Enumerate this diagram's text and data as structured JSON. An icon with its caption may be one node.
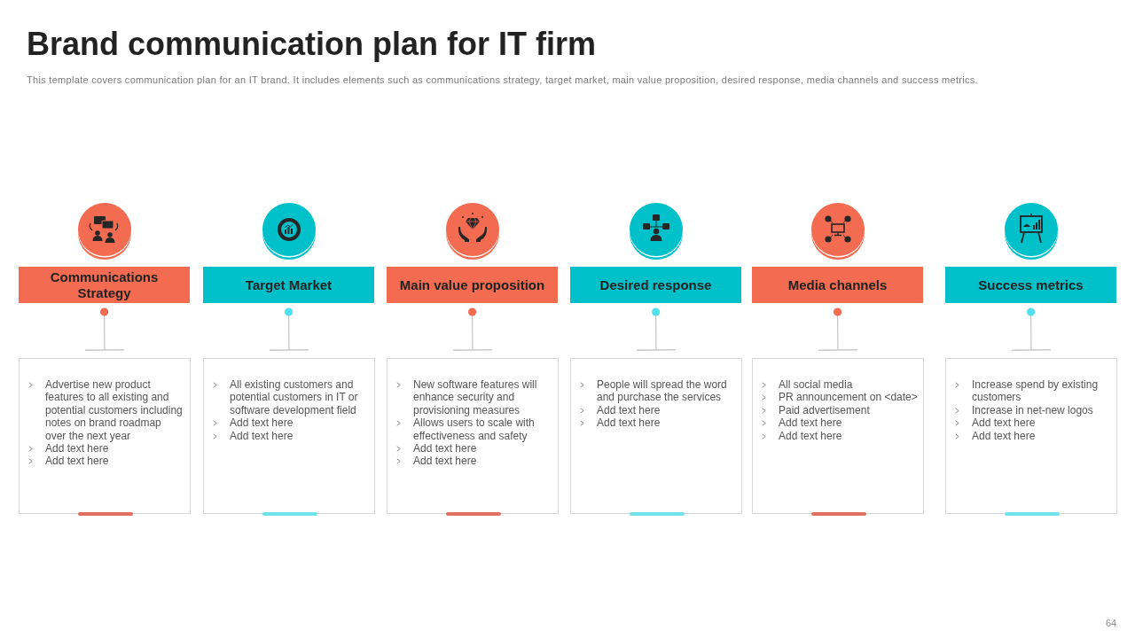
{
  "diagram": {
    "title": "Brand communication plan for IT firm",
    "nodes": [
      {
        "text": [
          "Communications Strategy"
        ]
      },
      {
        "text": [
          "Target Market"
        ]
      },
      {
        "text": [
          "Main value proposition"
        ]
      },
      {
        "text": [
          "Desired response"
        ]
      },
      {
        "text": [
          "Media channels"
        ]
      },
      {
        "text": [
          "Success metrics"
        ]
      },
      {
        "text": [
          "Advertise new product features to all existing and potential customers including notes on brand roadmap over the next year",
          "Add text here",
          "Add text here"
        ]
      },
      {
        "text": [
          "All existing customers and potential customers in IT or software development field",
          "Add text here",
          "Add text here"
        ]
      },
      {
        "text": [
          "New software features will enhance security and provisioning measures",
          "Allows users to scale with effectiveness and safety",
          "Add text here",
          "Add text here"
        ]
      },
      {
        "text": [
          "People will spread the word and purchase the services",
          "Add text here",
          "Add text here"
        ]
      },
      {
        "text": [
          "All social media",
          "PR announcement on <date>",
          "Paid advertisement",
          "Add text here",
          "Add text here"
        ]
      },
      {
        "text": [
          "Increase spend by existing customers",
          "Increase in net-new logos",
          "Add text here",
          "Add text here"
        ]
      }
    ],
    "edges": [
      {
        "from": 0,
        "to": 6,
        "arrow": "other"
      },
      {
        "from": 1,
        "to": 7,
        "arrow": "other"
      },
      {
        "from": 2,
        "to": 8,
        "arrow": "other"
      },
      {
        "from": 3,
        "to": 9,
        "arrow": "other"
      },
      {
        "from": 4,
        "to": 10,
        "arrow": "other"
      },
      {
        "from": 5,
        "to": 11,
        "arrow": "other"
      }
    ],
    "labels": [
      "This template covers communication plan for an IT brand. It includes elements such as communications strategy, target market, main value proposition, desired response, media channels and success metrics.",
      "64"
    ]
  }
}
